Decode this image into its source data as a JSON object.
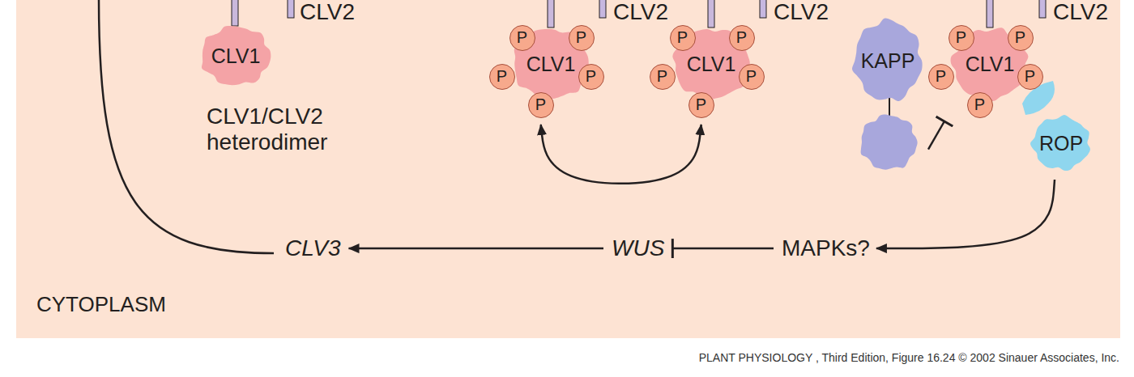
{
  "diagram": {
    "caption": "PLANT PHYSIOLOGY , Third Edition, Figure 16.24 © 2002 Sinauer Associates, Inc.",
    "nodes": [
      {
        "text": [
          "CLV1"
        ]
      },
      {
        "text": [
          "CLV1"
        ]
      },
      {
        "text": [
          "P"
        ],
        "in": 1
      },
      {
        "text": [
          "P"
        ],
        "in": 1
      },
      {
        "text": [
          "P"
        ],
        "in": 1
      },
      {
        "text": [
          "P"
        ],
        "in": 1
      },
      {
        "text": [
          "P"
        ],
        "in": 1
      },
      {
        "text": [
          "CLV1"
        ]
      },
      {
        "text": [
          "P"
        ],
        "in": 7
      },
      {
        "text": [
          "P"
        ],
        "in": 7
      },
      {
        "text": [
          "P"
        ],
        "in": 7
      },
      {
        "text": [
          "P"
        ],
        "in": 7
      },
      {
        "text": [
          "P"
        ],
        "in": 7
      },
      {
        "text": [
          "KAPP"
        ]
      },
      {
        "text": [
          "CLV1"
        ]
      },
      {
        "text": [
          "P"
        ],
        "in": 14
      },
      {
        "text": [
          "P"
        ],
        "in": 14
      },
      {
        "text": [
          "P"
        ],
        "in": 14
      },
      {
        "text": [
          "P"
        ],
        "in": 14
      },
      {
        "text": [
          "P"
        ],
        "in": 14
      },
      {
        "text": [
          "ROP"
        ]
      },
      {
        "text": [
          "CLV3"
        ]
      },
      {
        "text": [
          "WUS"
        ]
      },
      {
        "text": [
          "MAPKs?"
        ]
      }
    ],
    "edges": [
      {
        "from": 1,
        "to": 7,
        "arrow": "both"
      },
      {
        "from": 13,
        "to": 14,
        "arrow": "to"
      },
      {
        "from": 20,
        "to": 23,
        "arrow": "to"
      },
      {
        "from": 23,
        "to": 22,
        "arrow": "to"
      },
      {
        "from": 22,
        "to": 21,
        "arrow": "to"
      }
    ],
    "labels": [
      "CLV2",
      "CLV2",
      "CLV2",
      "CLV2",
      "CLV1/CLV2 heterodimer",
      "CYTOPLASM"
    ]
  }
}
